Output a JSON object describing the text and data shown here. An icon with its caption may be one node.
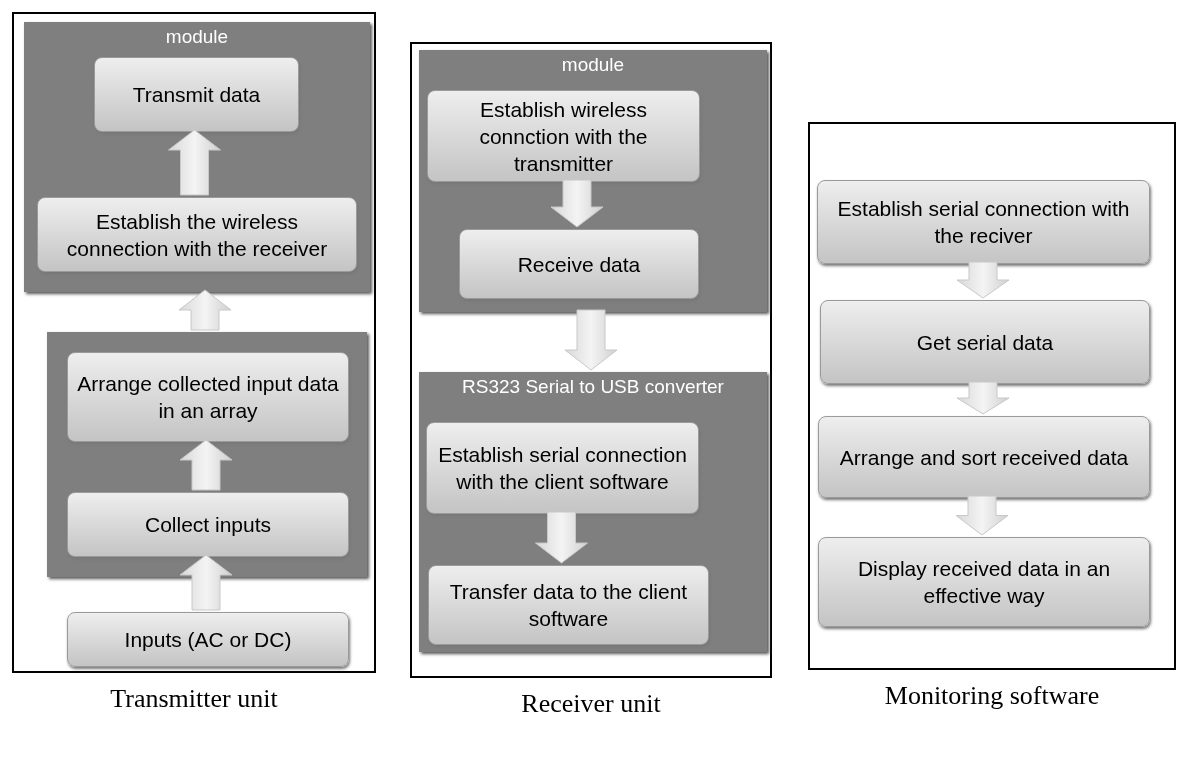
{
  "diagram": {
    "nodes": [
      {
        "text": [
          "Transmitter unit"
        ]
      },
      {
        "text": [
          "module"
        ],
        "in": 0
      },
      {
        "text": [
          "Transmit data"
        ],
        "in": 1
      },
      {
        "text": [
          "Establish the wireless connection with the receiver"
        ],
        "in": 1
      },
      {
        "text": [],
        "shape": "box",
        "in": 0
      },
      {
        "text": [
          "Arrange collected input data in an array"
        ],
        "in": 4
      },
      {
        "text": [
          "Collect inputs"
        ],
        "in": 4
      },
      {
        "text": [
          "Inputs (AC or DC)"
        ],
        "in": 0
      },
      {
        "text": [
          "Receiver unit"
        ]
      },
      {
        "text": [
          "module"
        ],
        "in": 8
      },
      {
        "text": [
          "Establish wireless connction with the transmitter"
        ],
        "in": 9
      },
      {
        "text": [
          "Receive data"
        ],
        "in": 9
      },
      {
        "text": [
          "RS323 Serial to USB converter"
        ],
        "in": 8
      },
      {
        "text": [
          "Establish serial connection with the client software"
        ],
        "in": 12
      },
      {
        "text": [
          "Transfer data to the client software"
        ],
        "in": 12
      },
      {
        "text": [
          "Monitoring software"
        ]
      },
      {
        "text": [
          "Establish serial connection with the reciver"
        ],
        "in": 15
      },
      {
        "text": [
          "Get serial data"
        ],
        "in": 15
      },
      {
        "text": [
          "Arrange and sort received data"
        ],
        "in": 15
      },
      {
        "text": [
          "Display received data in an effective way"
        ],
        "in": 15
      }
    ],
    "edges": [
      {
        "from": 3,
        "to": 2,
        "arrow": "to"
      },
      {
        "from": 4,
        "to": 1,
        "arrow": "to"
      },
      {
        "from": 6,
        "to": 5,
        "arrow": "to"
      },
      {
        "from": 7,
        "to": 6,
        "arrow": "to"
      },
      {
        "from": 10,
        "to": 11,
        "arrow": "to"
      },
      {
        "from": 9,
        "to": 12,
        "arrow": "to"
      },
      {
        "from": 13,
        "to": 14,
        "arrow": "to"
      },
      {
        "from": 16,
        "to": 17,
        "arrow": "to"
      },
      {
        "from": 17,
        "to": 18,
        "arrow": "to"
      },
      {
        "from": 18,
        "to": 19,
        "arrow": "to"
      }
    ]
  }
}
